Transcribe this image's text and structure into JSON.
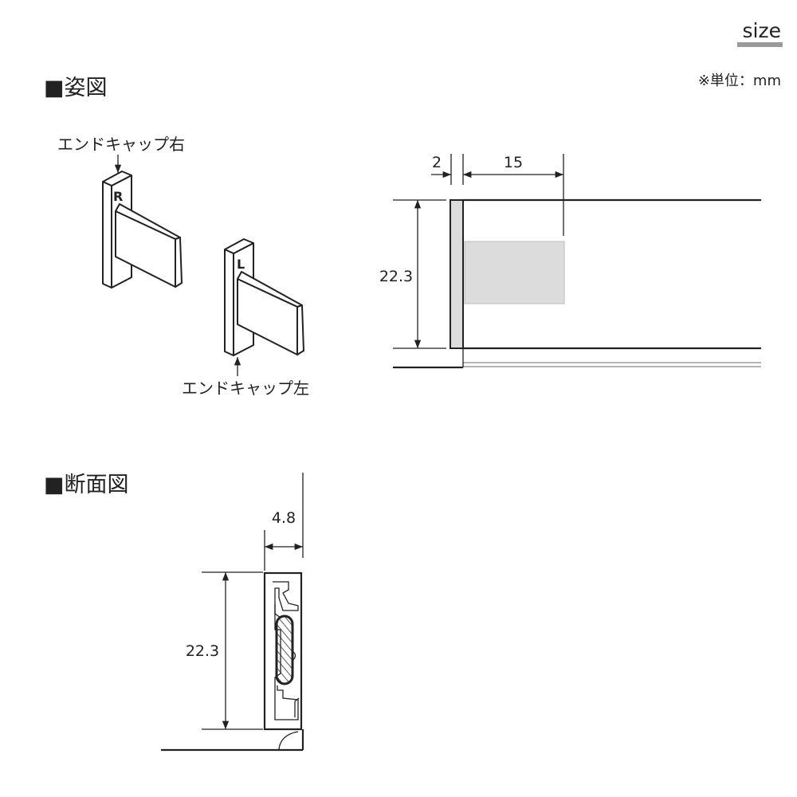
{
  "header": {
    "size_label": "size",
    "unit_note": "※単位：mm",
    "accent_underline": "#9a9a9a"
  },
  "view_section": {
    "title": "■姿図",
    "right_cap_label": "エンドキャップ右",
    "left_cap_label": "エンドキャップ左",
    "right_mark": "R",
    "left_mark": "L",
    "dim_cap_thickness": "2",
    "dim_insert_length": "15",
    "dim_height": "22.3"
  },
  "cross_section": {
    "title": "■断面図",
    "dim_width": "4.8",
    "dim_height": "22.3"
  }
}
